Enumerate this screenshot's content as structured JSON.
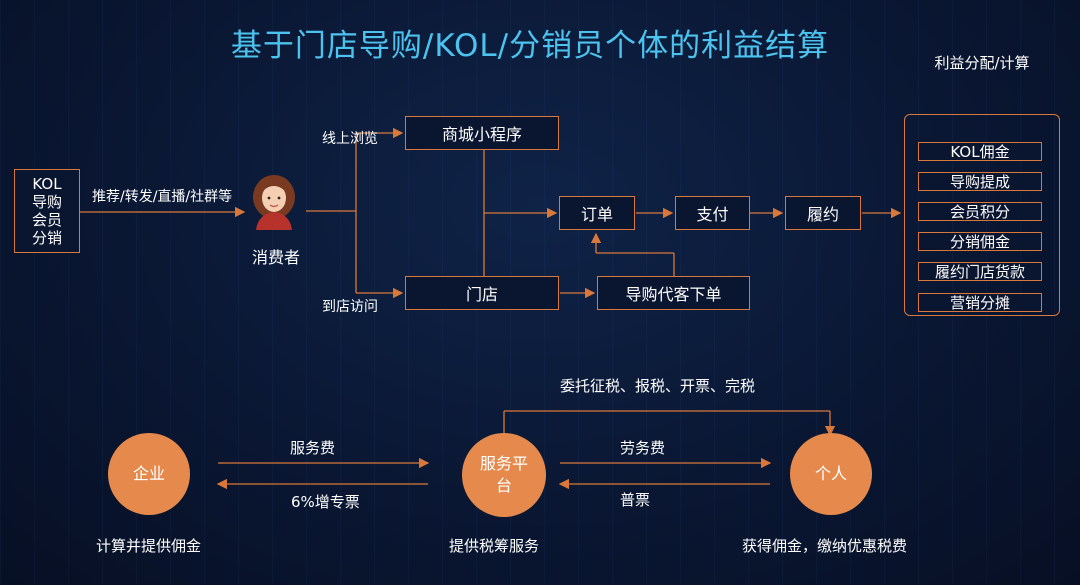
{
  "title": "基于门店导购/KOL/分销员个体的利益结算",
  "side_title": "利益分配/计算",
  "sources": [
    "KOL",
    "导购",
    "会员",
    "分销"
  ],
  "promo_label": "推荐/转发/直播/社群等",
  "consumer_label": "消费者",
  "online_label": "线上浏览",
  "offline_label": "到店访问",
  "boxes": {
    "mini_program": "商城小程序",
    "store": "门店",
    "order": "订单",
    "payment": "支付",
    "fulfillment": "履约",
    "guide_order": "导购代客下单"
  },
  "distribution": [
    "KOL佣金",
    "导购提成",
    "会员积分",
    "分销佣金",
    "履约门店货款",
    "营销分摊"
  ],
  "bottom": {
    "entrust": "委托征税、报税、开票、完税",
    "enterprise": "企业",
    "platform": "服务平台",
    "individual": "个人",
    "service_fee": "服务费",
    "vat_invoice": "6%增专票",
    "labor_fee": "劳务费",
    "normal_invoice": "普票",
    "enterprise_desc": "计算并提供佣金",
    "platform_desc": "提供税筹服务",
    "individual_desc": "获得佣金，缴纳优惠税费"
  },
  "colors": {
    "accent": "#e58a4c",
    "line": "#d9783a",
    "title": "#4cc3ef",
    "background": "#0a1733"
  },
  "icons": [
    "consumer-avatar"
  ]
}
